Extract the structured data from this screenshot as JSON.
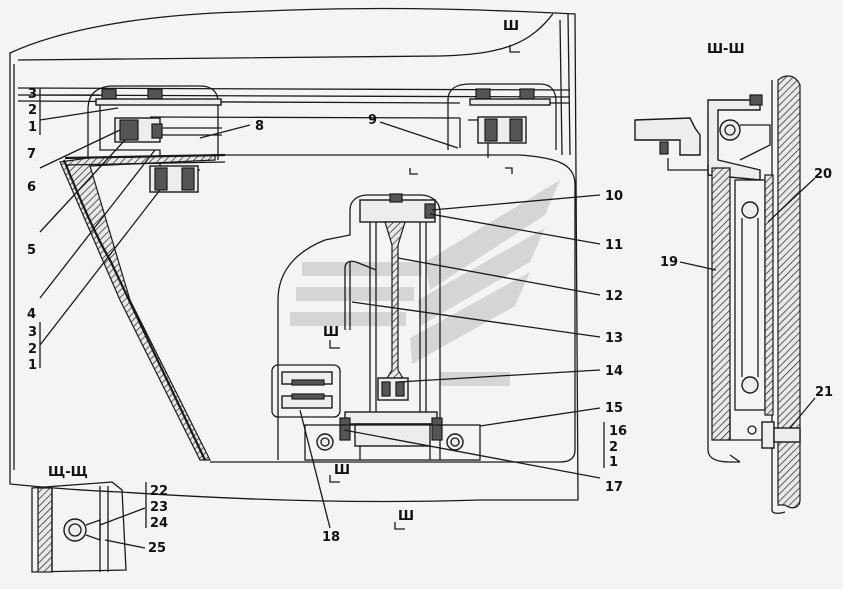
{
  "section_labels": {
    "main_top": "Ш",
    "main_left": "Ш",
    "main_bottom_a": "Ш",
    "main_bottom_b": "Ш",
    "view_section_title": "Ш-Ш",
    "detail_section_title": "Щ-Щ"
  },
  "callouts": {
    "c1a": "1",
    "c2a": "2",
    "c3a": "3",
    "c7": "7",
    "c6": "6",
    "c5": "5",
    "c4": "4",
    "c3b": "3",
    "c2b": "2",
    "c1b": "1",
    "c8": "8",
    "c9": "9",
    "c10": "10",
    "c11": "11",
    "c12": "12",
    "c13": "13",
    "c14": "14",
    "c15": "15",
    "c16": "16",
    "c2c": "2",
    "c1c": "1",
    "c17": "17",
    "c18": "18",
    "c19": "19",
    "c20": "20",
    "c21": "21",
    "c22": "22",
    "c23": "23",
    "c24": "24",
    "c25": "25"
  }
}
